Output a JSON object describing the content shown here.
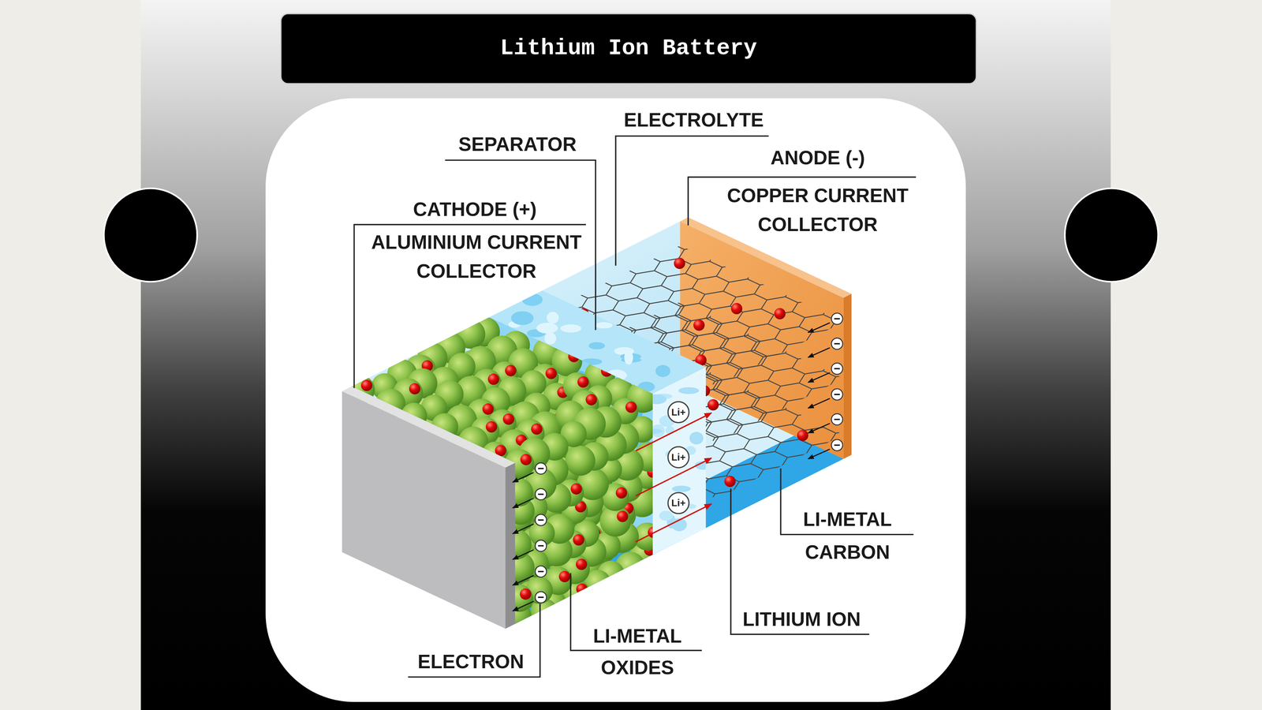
{
  "diagram": {
    "title": "Lithium Ion Battery",
    "labels": [
      "ELECTROLYTE",
      "SEPARATOR",
      "ANODE (-)",
      "COPPER CURRENT COLLECTOR",
      "CATHODE (+)",
      "ALUMINIUM CURRENT COLLECTOR",
      "Li+",
      "Li+",
      "Li+",
      "LI-METAL",
      "CARBON",
      "LITHIUM ION",
      "LI-METAL",
      "OXIDES",
      "ELECTRON"
    ]
  }
}
